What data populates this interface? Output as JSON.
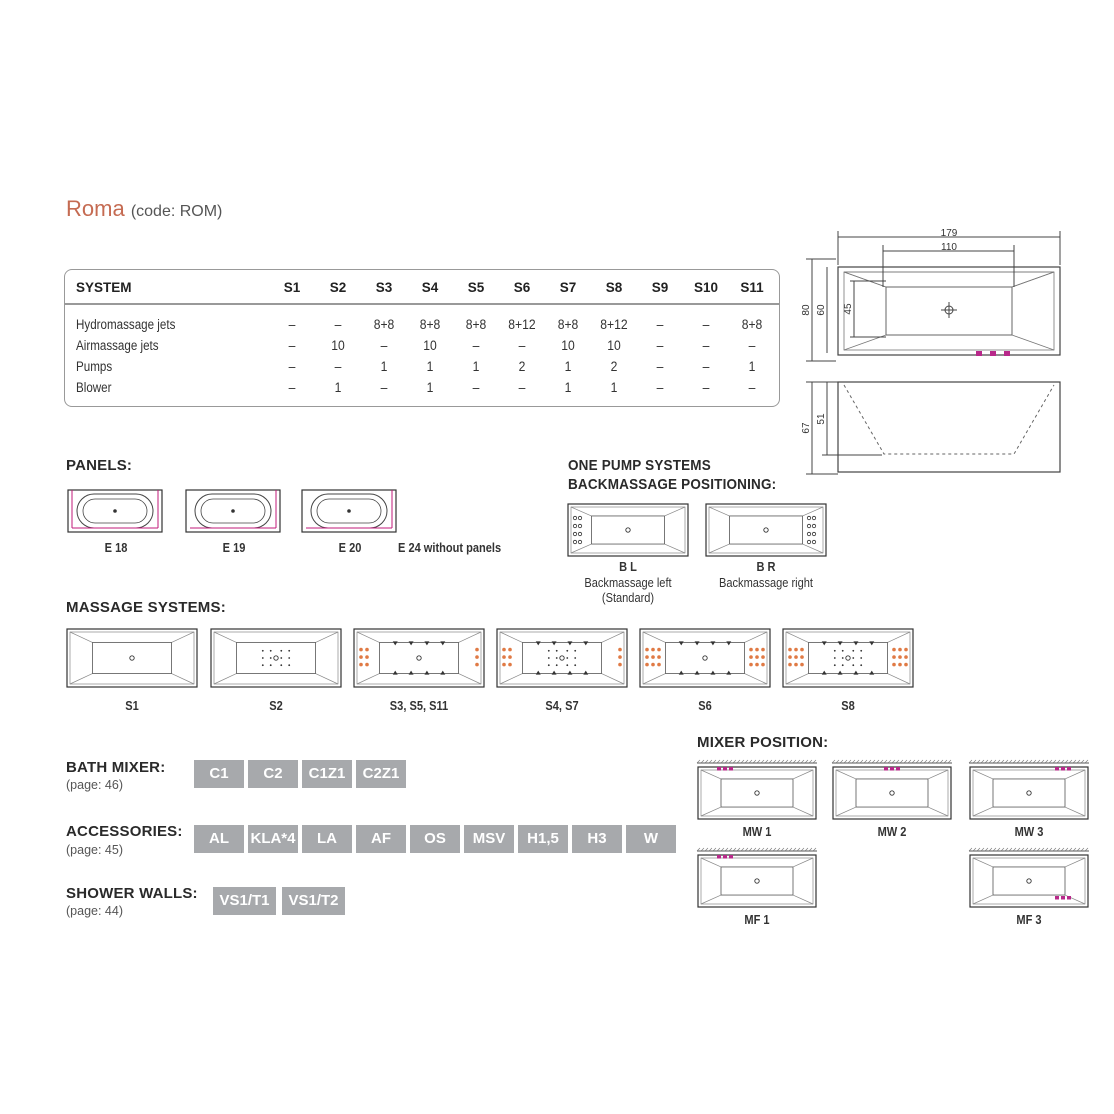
{
  "title": {
    "name": "Roma",
    "code": "(code: ROM)"
  },
  "dimensions": {
    "outer_length": "179",
    "inner_length": "110",
    "outer_width": "80",
    "inner_width": "60",
    "basin_width": "45",
    "outer_height": "67",
    "inner_height": "51"
  },
  "spec_table": {
    "header": "SYSTEM",
    "systems": [
      "S1",
      "S2",
      "S3",
      "S4",
      "S5",
      "S6",
      "S7",
      "S8",
      "S9",
      "S10",
      "S11"
    ],
    "rows": [
      {
        "label": "Hydromassage jets",
        "values": [
          "–",
          "–",
          "8+8",
          "8+8",
          "8+8",
          "8+12",
          "8+8",
          "8+12",
          "–",
          "–",
          "8+8"
        ]
      },
      {
        "label": "Airmassage jets",
        "values": [
          "–",
          "10",
          "–",
          "10",
          "–",
          "–",
          "10",
          "10",
          "–",
          "–",
          "–"
        ]
      },
      {
        "label": "Pumps",
        "values": [
          "–",
          "–",
          "1",
          "1",
          "1",
          "2",
          "1",
          "2",
          "–",
          "–",
          "1"
        ]
      },
      {
        "label": "Blower",
        "values": [
          "–",
          "1",
          "–",
          "1",
          "–",
          "–",
          "1",
          "1",
          "–",
          "–",
          "–"
        ]
      }
    ]
  },
  "panels": {
    "heading": "PANELS:",
    "items": [
      "E 18",
      "E 19",
      "E 20"
    ],
    "note": "E 24 without panels"
  },
  "backmassage": {
    "heading_1": "ONE PUMP SYSTEMS",
    "heading_2": "BACKMASSAGE POSITIONING:",
    "items": [
      {
        "code": "B L",
        "desc": "Backmassage left",
        "note": "(Standard)"
      },
      {
        "code": "B R",
        "desc": "Backmassage right",
        "note": ""
      }
    ]
  },
  "massage_systems": {
    "heading": "MASSAGE SYSTEMS:",
    "items": [
      "S1",
      "S2",
      "S3, S5, S11",
      "S4, S7",
      "S6",
      "S8"
    ]
  },
  "bath_mixer": {
    "heading": "BATH MIXER:",
    "page": "(page: 46)",
    "options": [
      "C1",
      "C2",
      "C1Z1",
      "C2Z1"
    ]
  },
  "accessories": {
    "heading": "ACCESSORIES:",
    "page": "(page: 45)",
    "options": [
      "AL",
      "KLA*4",
      "LA",
      "AF",
      "OS",
      "MSV",
      "H1,5",
      "H3",
      "W"
    ]
  },
  "shower_walls": {
    "heading": "SHOWER WALLS:",
    "page": "(page: 44)",
    "options": [
      "VS1/T1",
      "VS1/T2"
    ]
  },
  "mixer_position": {
    "heading": "MIXER POSITION:",
    "items": [
      "MW 1",
      "MW 2",
      "MW 3",
      "MF 1",
      "MF 3"
    ]
  },
  "colors": {
    "accent": "#c56b52",
    "button": "#a7a9ac",
    "jet": "#e07a45",
    "mixer": "#b8288a",
    "panel": "#c2187a"
  }
}
